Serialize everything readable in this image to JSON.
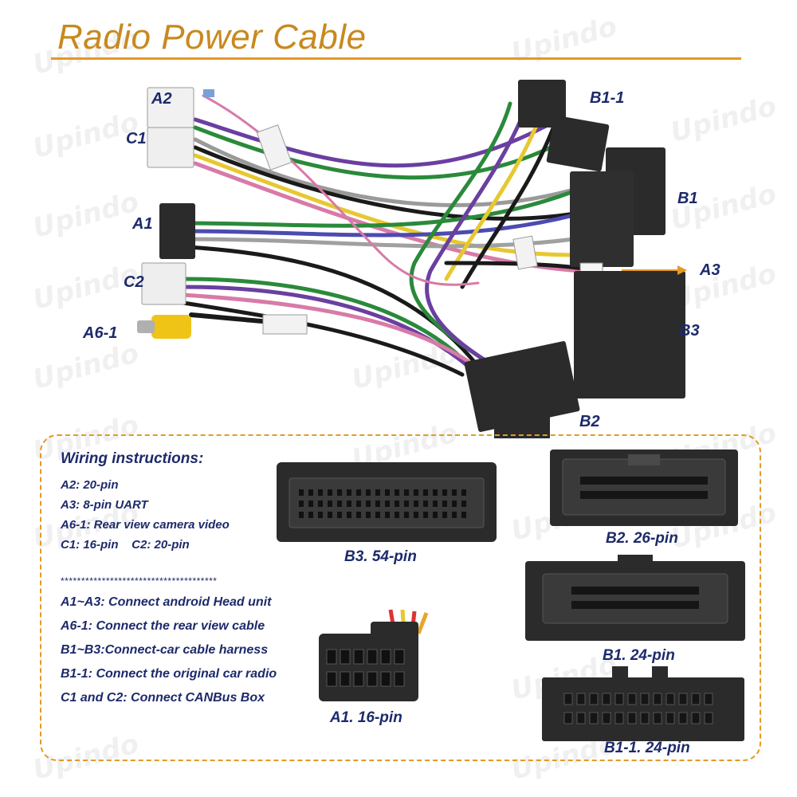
{
  "header": {
    "title": "Radio Power Cable"
  },
  "watermark_text": "Upindo",
  "callouts": {
    "a2": "A2",
    "c1": "C1",
    "a1": "A1",
    "c2": "C2",
    "a6_1": "A6-1",
    "b1_1": "B1-1",
    "b1": "B1",
    "a3": "A3",
    "b3": "B3",
    "b2": "B2"
  },
  "instructions": {
    "title": "Wiring instructions:",
    "pins": [
      "A2: 20-pin",
      "A3: 8-pin UART",
      "A6-1: Rear view camera video",
      "C1: 16-pin    C2: 20-pin"
    ],
    "separator": "**************************************",
    "connections": [
      "A1~A3: Connect android Head unit",
      "A6-1: Connect the rear view cable",
      "B1~B3:Connect-car cable harness",
      "B1-1: Connect the original car radio",
      "C1 and C2: Connect CANBus Box"
    ]
  },
  "connector_captions": {
    "b3": "B3. 54-pin",
    "b2": "B2. 26-pin",
    "b1": "B1. 24-pin",
    "a1": "A1. 16-pin",
    "b1_1": "B1-1. 24-pin"
  },
  "colors": {
    "accent": "#e39a25",
    "title": "#c8891e",
    "text": "#1d2a6b"
  }
}
